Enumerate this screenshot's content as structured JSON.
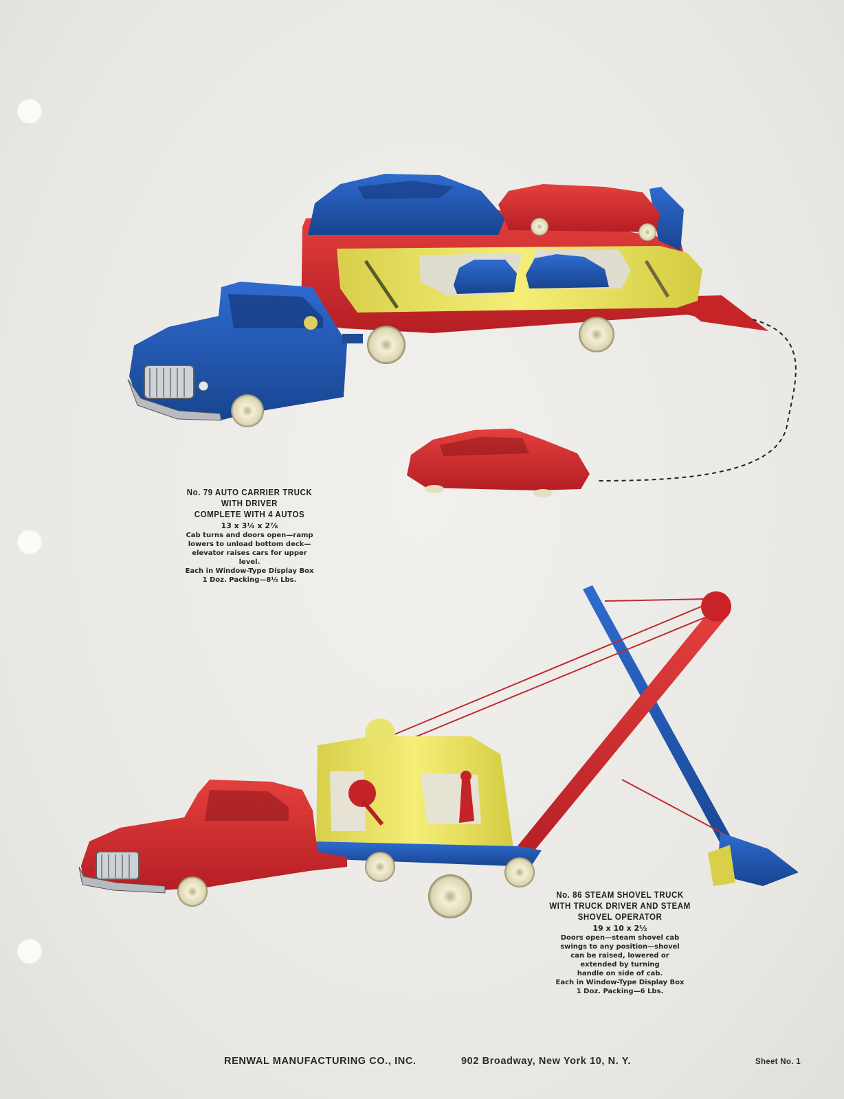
{
  "products": [
    {
      "title_lines": [
        "No. 79 AUTO CARRIER TRUCK",
        "WITH DRIVER",
        "COMPLETE WITH 4 AUTOS"
      ],
      "dimensions": "13 x 3¼ x 2⅞",
      "description_lines": [
        "Cab turns and doors open—ramp",
        "lowers to unload bottom deck—",
        "elevator raises cars for upper",
        "level.",
        "Each in Window-Type Display Box",
        "1 Doz. Packing—8½ Lbs."
      ]
    },
    {
      "title_lines": [
        "No. 86 STEAM SHOVEL TRUCK",
        "WITH TRUCK DRIVER AND STEAM",
        "SHOVEL OPERATOR"
      ],
      "dimensions": "19 x 10 x 2½",
      "description_lines": [
        "Doors open—steam shovel cab",
        "swings to any position—shovel",
        "can be raised, lowered or",
        "extended by turning",
        "handle on side of cab.",
        "Each in Window-Type Display Box",
        "1 Doz. Packing—6 Lbs."
      ]
    }
  ],
  "footer": {
    "company": "RENWAL MANUFACTURING CO., INC.",
    "address": "902 Broadway, New York 10, N. Y.",
    "sheet": "Sheet No. 1"
  },
  "colors": {
    "red": "#d52a2c",
    "blue": "#1f57b0",
    "yellow": "#ece35a",
    "tire": "#e9e4c6"
  }
}
